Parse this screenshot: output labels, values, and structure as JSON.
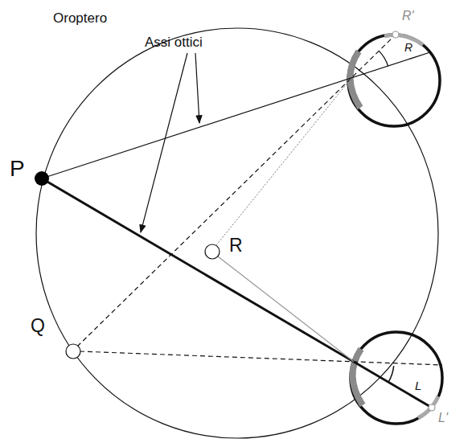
{
  "diagram": {
    "labels": [
      "Oroptero",
      "Assi ottici",
      "P",
      "R",
      "Q",
      "R'",
      "R",
      "L",
      "L'"
    ]
  }
}
